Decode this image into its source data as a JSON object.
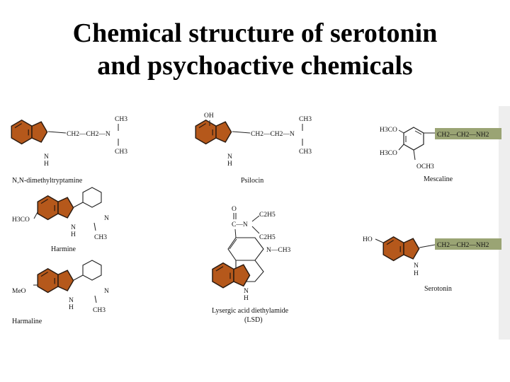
{
  "title": {
    "line1": "Chemical structure of serotonin",
    "line2": "and psychoactive chemicals"
  },
  "colors": {
    "ring_fill": "#b5581b",
    "highlight": "#9aa474",
    "text": "#000000"
  },
  "compounds": {
    "dmt": {
      "name": "N,N-dimethyltryptamine",
      "side_chain": "CH2—CH2—N",
      "substituent_top": "CH3",
      "substituent_bottom": "CH3",
      "nh_n": "N",
      "nh_h": "H"
    },
    "psilocin": {
      "name": "Psilocin",
      "oh": "OH",
      "side_chain": "CH2—CH2—N",
      "substituent_top": "CH3",
      "substituent_bottom": "CH3",
      "nh_n": "N",
      "nh_h": "H"
    },
    "mescaline": {
      "name": "Mescaline",
      "group_1": "H3CO",
      "group_2": "H3CO",
      "group_3": "OCH3",
      "side_chain": "CH2—CH2—NH2"
    },
    "harmine": {
      "name": "Harmine",
      "methoxy": "H3CO",
      "ring_n": "N",
      "nh_n": "N",
      "nh_h": "H",
      "methyl": "CH3"
    },
    "lsd": {
      "name_line1": "Lysergic acid diethylamide",
      "name_line2": "(LSD)",
      "carbonyl_o": "O",
      "amide": "C—N",
      "ethyl_1": "C2H5",
      "ethyl_2": "C2H5",
      "n_methyl": "N—CH3",
      "nh_n": "N",
      "nh_h": "H"
    },
    "serotonin": {
      "name": "Serotonin",
      "ho": "HO",
      "side_chain": "CH2—CH2—NH2",
      "nh_n": "N",
      "nh_h": "H"
    },
    "harmaline": {
      "name": "Harmaline",
      "methoxy": "MeO",
      "ring_n": "N",
      "nh_n": "N",
      "nh_h": "H",
      "methyl": "CH3"
    }
  }
}
